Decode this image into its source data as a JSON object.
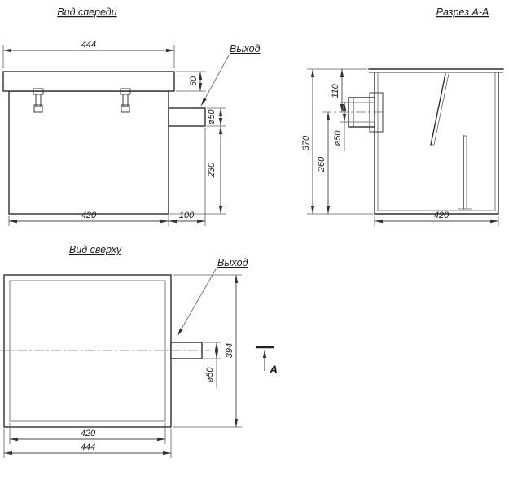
{
  "page": {
    "background": "#ffffff",
    "line_color": "#2e2e2e"
  },
  "front_view": {
    "title": "Вид спереди",
    "outlet_label": "Выход",
    "dim_top_width": "444",
    "dim_lid_height": "50",
    "dim_pipe_diameter": "ø50",
    "dim_body_height": "230",
    "dim_bottom_width": "420",
    "dim_pipe_length": "100"
  },
  "section_view": {
    "title": "Разрез А-А",
    "dim_total_height": "370",
    "dim_lower_height": "260",
    "dim_upper_height": "110",
    "dim_pipe_diameter": "ø50",
    "dim_bottom_width": "420"
  },
  "top_view": {
    "title": "Вид сверху",
    "outlet_label": "Выход",
    "section_mark": "А",
    "dim_depth": "394",
    "dim_pipe_diameter": "ø50",
    "dim_inner_width": "420",
    "dim_outer_width": "444"
  }
}
